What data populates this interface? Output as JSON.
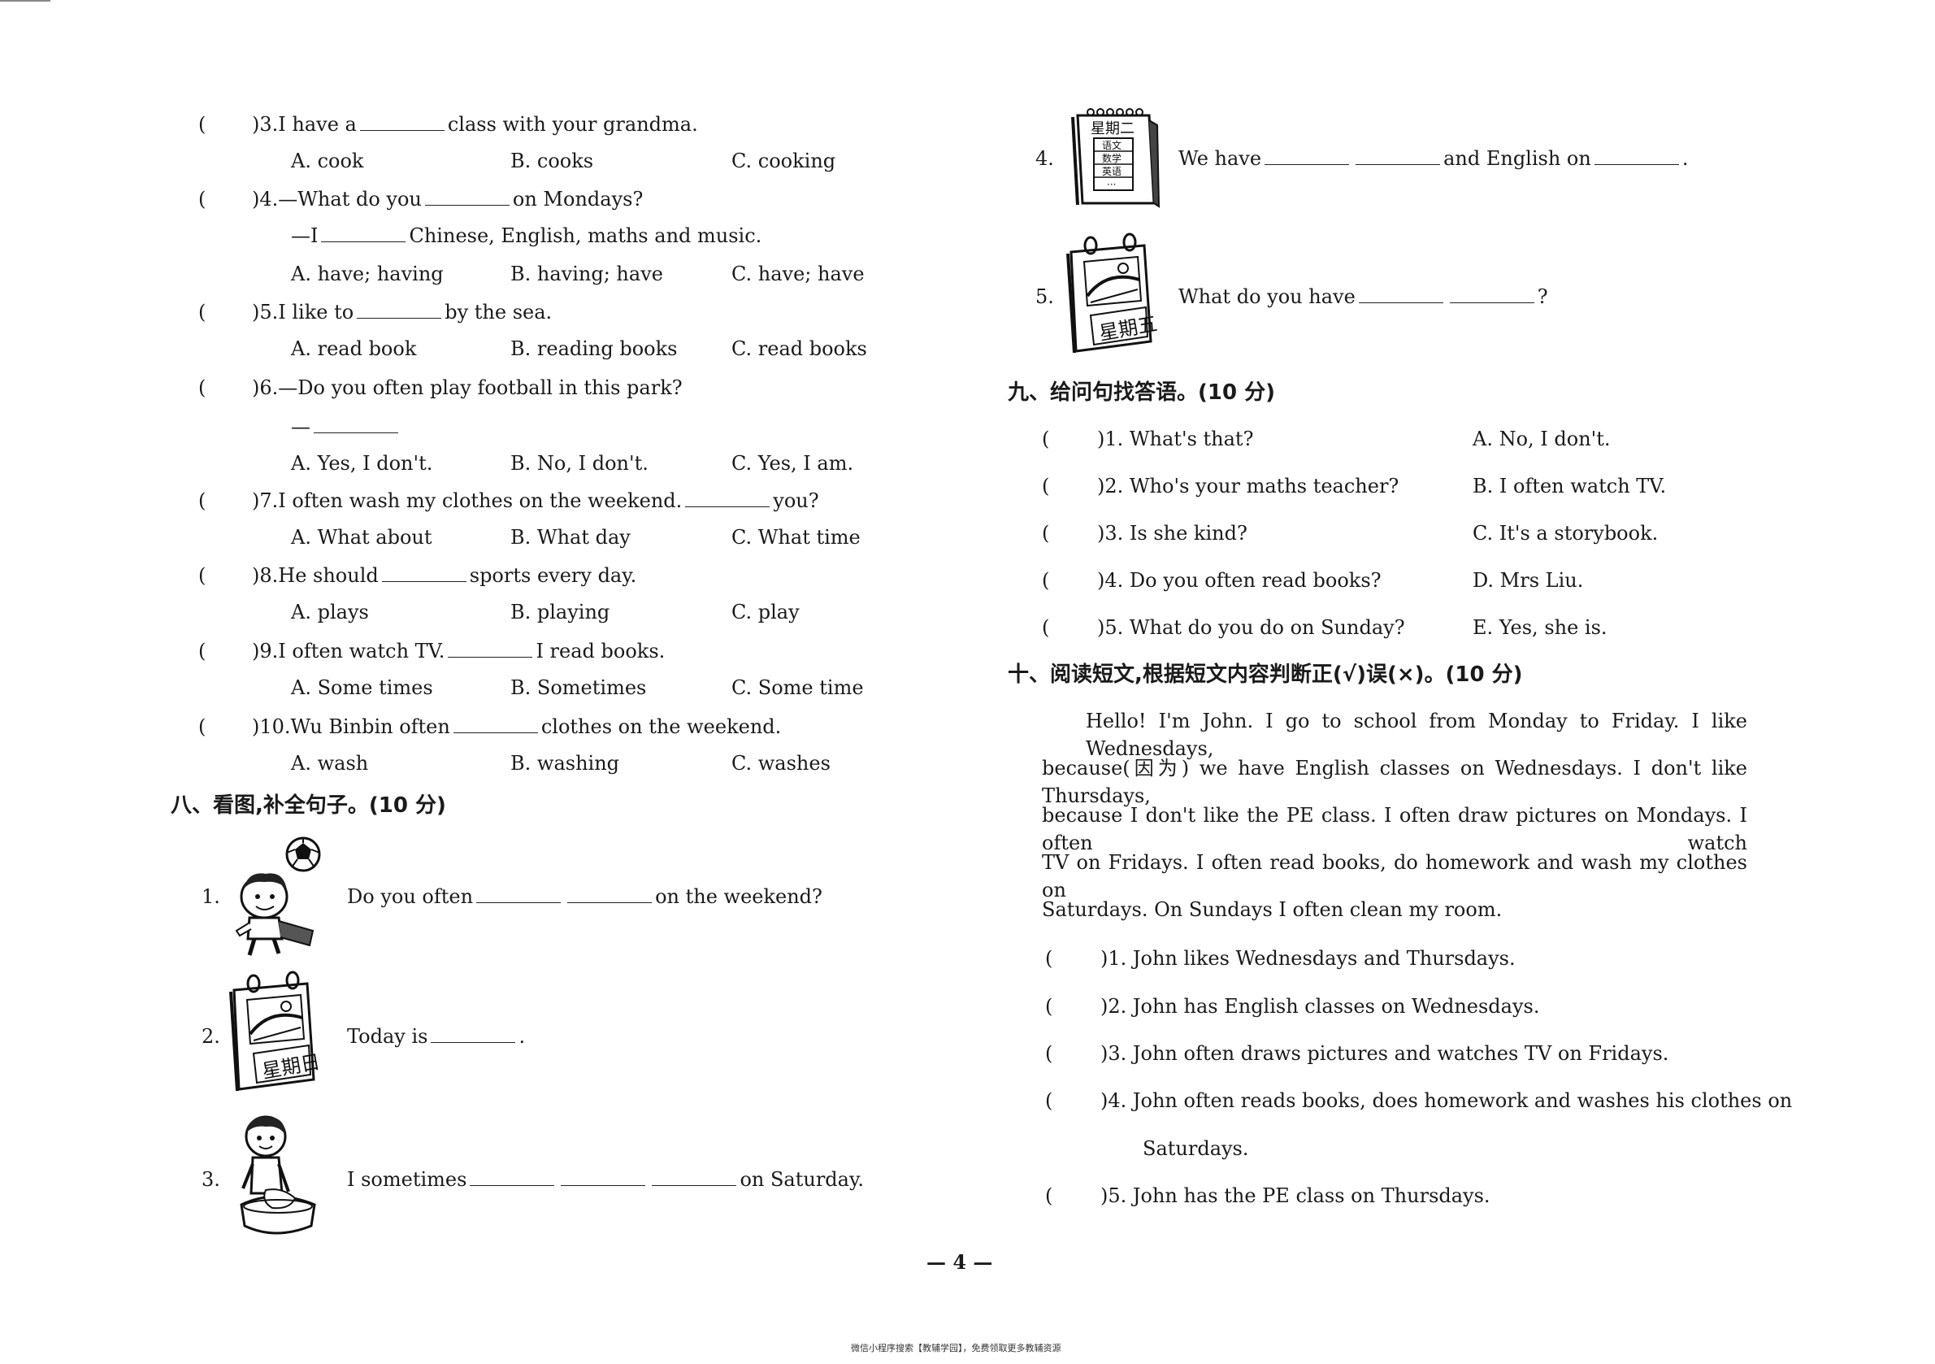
{
  "left_mc": [
    {
      "num": ")3.",
      "parts": [
        "I have a",
        "class with your grandma."
      ],
      "options": [
        "A. cook",
        "B. cooks",
        "C. cooking"
      ]
    },
    {
      "num": ")4.",
      "parts": [
        "—What do you",
        "on Mondays?"
      ],
      "line2": [
        "—I",
        "Chinese, English, maths and music."
      ],
      "options": [
        "A. have; having",
        "B. having; have",
        "C. have; have"
      ]
    },
    {
      "num": ")5.",
      "parts": [
        "I like to",
        "by the sea."
      ],
      "options": [
        "A. read book",
        "B. reading books",
        "C. read books"
      ]
    },
    {
      "num": ")6.",
      "parts": [
        "—Do you often play football in this park?"
      ],
      "line2": [
        "—"
      ],
      "options": [
        "A. Yes, I don't.",
        "B. No, I don't.",
        "C. Yes, I am."
      ]
    },
    {
      "num": ")7.",
      "parts": [
        "I often wash my clothes on the weekend.",
        "you?"
      ],
      "options": [
        "A. What about",
        "B. What day",
        "C. What time"
      ]
    },
    {
      "num": ")8.",
      "parts": [
        "He should",
        "sports every day."
      ],
      "options": [
        "A. plays",
        "B. playing",
        "C. play"
      ]
    },
    {
      "num": ")9.",
      "parts": [
        "I often watch TV.",
        "I read books."
      ],
      "options": [
        "A. Some times",
        "B. Sometimes",
        "C. Some time"
      ]
    },
    {
      "num": ")10.",
      "parts": [
        "Wu Binbin often",
        "clothes on the weekend."
      ],
      "options": [
        "A. wash",
        "B. washing",
        "C. washes"
      ]
    }
  ],
  "paren_open": "(",
  "sec8": {
    "title": "八、看图,补全句子。(10 分)",
    "items": [
      {
        "num": "1.",
        "parts": [
          "Do you often",
          "",
          "on the weekend?"
        ]
      },
      {
        "num": "2.",
        "parts": [
          "Today is",
          "."
        ]
      },
      {
        "num": "3.",
        "parts": [
          "I sometimes",
          "",
          "",
          "on Saturday."
        ]
      },
      {
        "num": "4.",
        "parts": [
          "We have",
          "",
          "and English on",
          "."
        ]
      },
      {
        "num": "5.",
        "parts": [
          "What do you have",
          "",
          "?"
        ]
      }
    ],
    "calendar_tuesday": {
      "header": "星期二",
      "rows": [
        "语文",
        "数学",
        "英语",
        "···"
      ]
    },
    "calendar_sunday": "星期日",
    "calendar_friday": "星期五"
  },
  "sec9": {
    "title": "九、给问句找答语。(10 分)",
    "questions": [
      ")1. What's that?",
      ")2. Who's your maths teacher?",
      ")3. Is she kind?",
      ")4. Do you often read books?",
      ")5. What do you do on Sunday?"
    ],
    "answers": [
      "A. No, I don't.",
      "B. I often watch TV.",
      "C. It's a storybook.",
      "D. Mrs Liu.",
      "E. Yes, she is."
    ]
  },
  "sec10": {
    "title": "十、阅读短文,根据短文内容判断正(√)误(×)。(10 分)",
    "passage": [
      "Hello! I'm John. I go to school from Monday to Friday. I like Wednesdays,",
      "because(因为) we have English classes on Wednesdays. I don't like Thursdays,",
      "because I don't like the PE class. I often draw pictures on Mondays. I often watch",
      "TV on Fridays. I often read books, do homework and wash my clothes on",
      "Saturdays. On Sundays I often clean my room."
    ],
    "statements": [
      ")1. John likes Wednesdays and Thursdays.",
      ")2. John has English classes on Wednesdays.",
      ")3. John often draws pictures and watches TV on Fridays.",
      ")4. John often reads books, does homework and washes his clothes on",
      ")5. John has the PE class on Thursdays."
    ],
    "statement4_cont": "Saturdays."
  },
  "footer": {
    "page": "— 4 —",
    "watermark": "微信小程序搜索【教辅学园】，免费领取更多教辅资源"
  }
}
